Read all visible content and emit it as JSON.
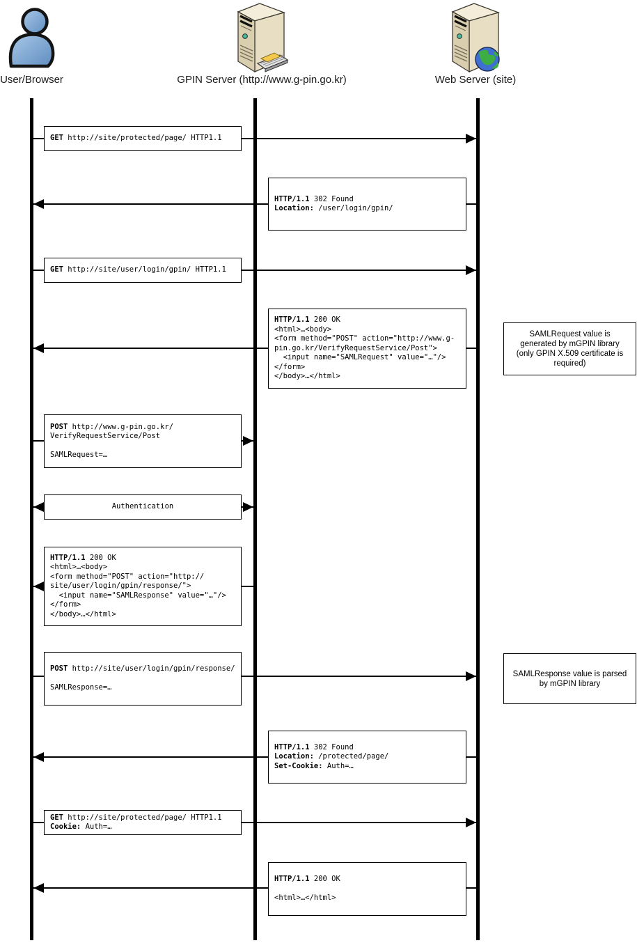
{
  "actors": [
    {
      "name": "User/Browser",
      "icon": "person-icon"
    },
    {
      "name": "GPIN Server (http://www.g-pin.go.kr)",
      "icon": "server-keyboard-icon"
    },
    {
      "name": "Web Server (site)",
      "icon": "server-globe-icon"
    }
  ],
  "messages": [
    {
      "from": "User/Browser",
      "to": "Web Server (site)",
      "direction": "right",
      "lines": [
        {
          "b": "GET",
          "t": " http://site/protected/page/ HTTP1.1"
        }
      ]
    },
    {
      "from": "Web Server (site)",
      "to": "User/Browser",
      "direction": "left",
      "lines": [
        {
          "b": "HTTP/1.1",
          "t": " 302 Found"
        },
        {
          "b": "Location:",
          "t": " /user/login/gpin/"
        }
      ]
    },
    {
      "from": "User/Browser",
      "to": "Web Server (site)",
      "direction": "right",
      "lines": [
        {
          "b": "GET",
          "t": " http://site/user/login/gpin/ HTTP1.1"
        }
      ]
    },
    {
      "from": "Web Server (site)",
      "to": "User/Browser",
      "direction": "left",
      "lines": [
        {
          "b": "HTTP/1.1",
          "t": " 200 OK"
        },
        {
          "t": "<html>…<body>"
        },
        {
          "t": "<form method=\"POST\" action=\"http://www.g-"
        },
        {
          "t": "pin.go.kr/VerifyRequestService/Post\">"
        },
        {
          "t": "  <input name=\"SAMLRequest\" value=\"…\"/>"
        },
        {
          "t": "</form>"
        },
        {
          "t": "</body>…</html>"
        }
      ]
    },
    {
      "from": "User/Browser",
      "to": "GPIN Server (http://www.g-pin.go.kr)",
      "direction": "right",
      "lines": [
        {
          "b": "POST",
          "t": " http://www.g-pin.go.kr/"
        },
        {
          "t": "VerifyRequestService/Post"
        },
        {
          "t": ""
        },
        {
          "t": "SAMLRequest=…"
        }
      ]
    },
    {
      "from": "User/Browser",
      "to": "GPIN Server (http://www.g-pin.go.kr)",
      "direction": "both",
      "lines": [
        {
          "t": "Authentication"
        }
      ]
    },
    {
      "from": "GPIN Server (http://www.g-pin.go.kr)",
      "to": "User/Browser",
      "direction": "left",
      "lines": [
        {
          "b": "HTTP/1.1",
          "t": " 200 OK"
        },
        {
          "t": "<html>…<body>"
        },
        {
          "t": "<form method=\"POST\" action=\"http://"
        },
        {
          "t": "site/user/login/gpin/response/\">"
        },
        {
          "t": "  <input name=\"SAMLResponse\" value=\"…\"/>"
        },
        {
          "t": "</form>"
        },
        {
          "t": "</body>…</html>"
        }
      ]
    },
    {
      "from": "User/Browser",
      "to": "Web Server (site)",
      "direction": "right",
      "lines": [
        {
          "b": "POST",
          "t": " http://site/user/login/gpin/response/"
        },
        {
          "t": ""
        },
        {
          "t": "SAMLResponse=…"
        }
      ]
    },
    {
      "from": "Web Server (site)",
      "to": "User/Browser",
      "direction": "left",
      "lines": [
        {
          "b": "HTTP/1.1",
          "t": " 302 Found"
        },
        {
          "b": "Location:",
          "t": " /protected/page/"
        },
        {
          "b": "Set-Cookie:",
          "t": " Auth=…"
        }
      ]
    },
    {
      "from": "User/Browser",
      "to": "Web Server (site)",
      "direction": "right",
      "lines": [
        {
          "b": "GET",
          "t": " http://site/protected/page/ HTTP1.1"
        },
        {
          "b": "Cookie:",
          "t": " Auth=…"
        }
      ]
    },
    {
      "from": "Web Server (site)",
      "to": "User/Browser",
      "direction": "left",
      "lines": [
        {
          "b": "HTTP/1.1",
          "t": " 200 OK"
        },
        {
          "t": ""
        },
        {
          "t": "<html>…</html>"
        }
      ]
    }
  ],
  "notes": [
    {
      "text": "SAMLRequest value is generated by mGPIN library (only GPIN X.509 certificate is required)"
    },
    {
      "text": "SAMLResponse value is parsed by mGPIN library"
    }
  ],
  "colors": {
    "line": "#000000",
    "box_border": "#000000",
    "background": "#ffffff",
    "person_blue": "#6f9ed6",
    "server_beige": "#e7dec4",
    "power_button_teal": "#49b89d",
    "globe_blue": "#3f6fd1",
    "globe_green": "#3cae44",
    "keyboard_grey": "#e3e3e3",
    "paper_yellow": "#f2c94c"
  }
}
